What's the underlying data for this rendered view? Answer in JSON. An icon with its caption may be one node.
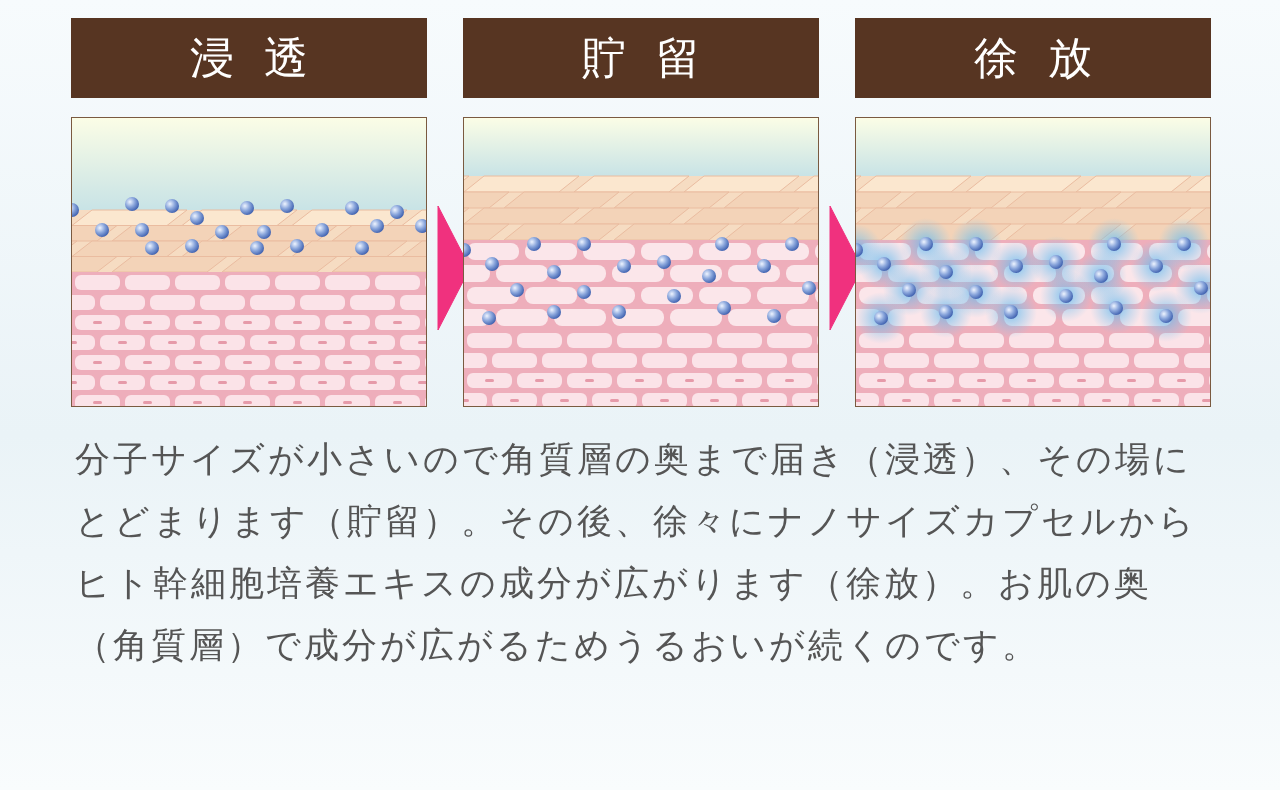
{
  "diagram": {
    "nodes": [
      {
        "text": [
          "浸透"
        ]
      },
      {
        "text": [
          "貯留"
        ]
      },
      {
        "text": [
          "徐放"
        ]
      }
    ],
    "edges": [
      {
        "from": 0,
        "to": 1,
        "arrow": "to"
      },
      {
        "from": 1,
        "to": 2,
        "arrow": "to"
      }
    ],
    "labels": [
      "分子サイズが小さいので角質層の奥まで届き（浸透）、その場にとどまります（貯留）。その後、徐々にナノサイズカプセルからヒト幹細胞培養エキスの成分が広がります（徐放）。お肌の奥（角質層）で成分が広がるためうるおいが続くのです。"
    ]
  }
}
